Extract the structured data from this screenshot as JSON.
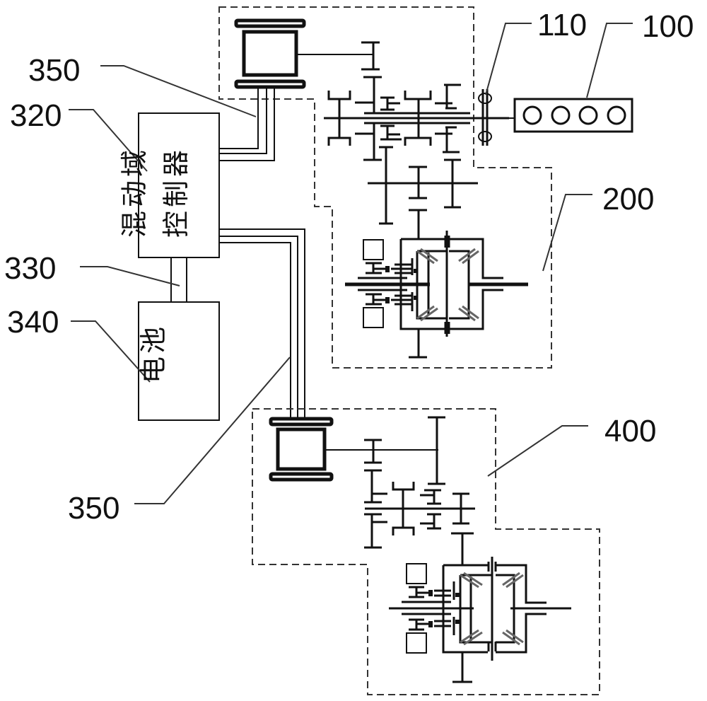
{
  "diagram": {
    "title": "Hybrid powertrain schematic",
    "labels": {
      "engine": "100",
      "damper": "110",
      "front_transmission": "200",
      "controller": "320",
      "power_cable": "330",
      "battery": "340",
      "motor_cable_top": "350",
      "motor_cable_bottom": "350",
      "rear_transmission": "400"
    },
    "controller_text": {
      "column1": [
        "混",
        "动",
        "域"
      ],
      "column2": [
        "控",
        "制",
        "器"
      ]
    },
    "battery_text": [
      "电",
      "池"
    ],
    "engine_cylinders": 4,
    "line_color": "#111111",
    "dash_color": "#333333"
  }
}
